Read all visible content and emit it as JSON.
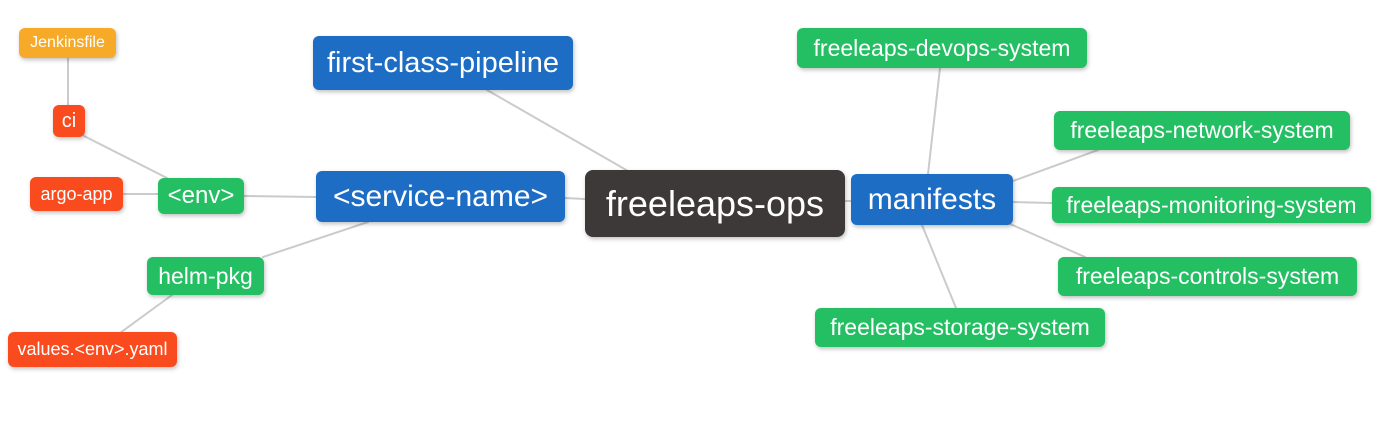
{
  "diagram": {
    "root_label": "freeleaps-ops"
  },
  "colors": {
    "amber": "#f7a928",
    "red": "#f94b1e",
    "green": "#23bf62",
    "blue": "#1e6dc5",
    "dark": "#3d3938",
    "edge": "#cbcbcb",
    "text": "#ffffff"
  },
  "nodes": {
    "jenkinsfile": {
      "label": "Jenkinsfile"
    },
    "ci": {
      "label": "ci"
    },
    "argo_app": {
      "label": "argo-app"
    },
    "env": {
      "label": "<env>"
    },
    "helm_pkg": {
      "label": "helm-pkg"
    },
    "values_env_yaml": {
      "label": "values.<env>.yaml"
    },
    "first_class_pipeline": {
      "label": "first-class-pipeline"
    },
    "service_name": {
      "label": "<service-name>"
    },
    "root": {
      "label": "freeleaps-ops"
    },
    "manifests": {
      "label": "manifests"
    },
    "devops_system": {
      "label": "freeleaps-devops-system"
    },
    "network_system": {
      "label": "freeleaps-network-system"
    },
    "monitoring_system": {
      "label": "freeleaps-monitoring-system"
    },
    "controls_system": {
      "label": "freeleaps-controls-system"
    },
    "storage_system": {
      "label": "freeleaps-storage-system"
    }
  },
  "edges": [
    [
      "jenkinsfile",
      "ci"
    ],
    [
      "ci",
      "env"
    ],
    [
      "argo_app",
      "env"
    ],
    [
      "env",
      "service_name"
    ],
    [
      "helm_pkg",
      "service_name"
    ],
    [
      "helm_pkg",
      "values_env_yaml"
    ],
    [
      "first_class_pipeline",
      "root"
    ],
    [
      "service_name",
      "root"
    ],
    [
      "root",
      "manifests"
    ],
    [
      "manifests",
      "devops_system"
    ],
    [
      "manifests",
      "network_system"
    ],
    [
      "manifests",
      "monitoring_system"
    ],
    [
      "manifests",
      "controls_system"
    ],
    [
      "manifests",
      "storage_system"
    ]
  ]
}
